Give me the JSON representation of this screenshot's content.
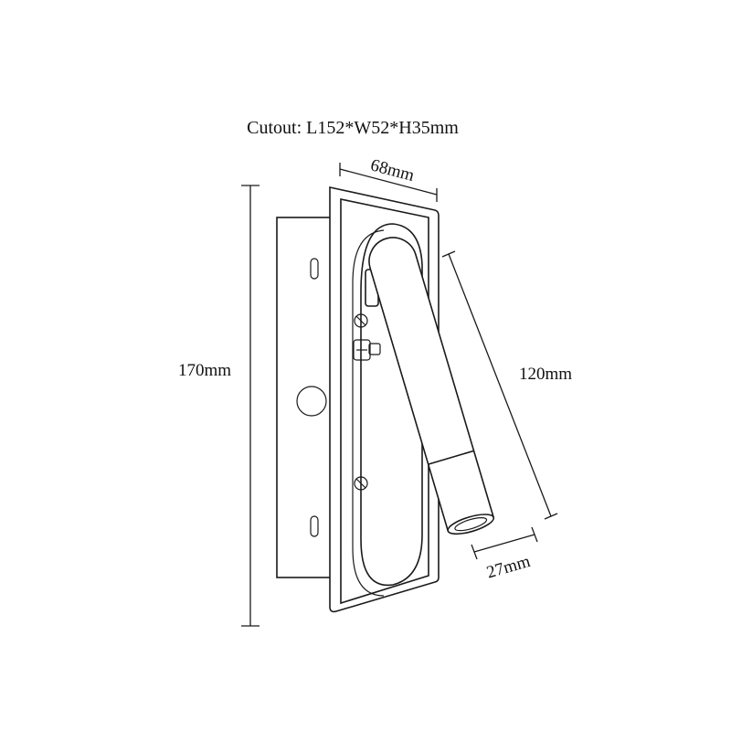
{
  "title": "Cutout: L152*W52*H35mm",
  "dimensions": {
    "width_top": "68mm",
    "height_total": "170mm",
    "arm_length": "120mm",
    "head_diameter": "27mm"
  }
}
